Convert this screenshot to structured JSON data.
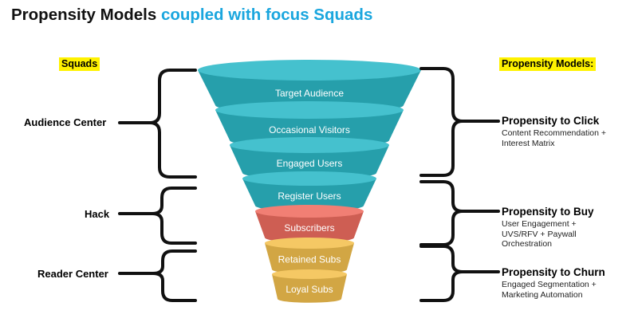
{
  "title": {
    "main": "Propensity Models",
    "accent": "coupled with focus Squads"
  },
  "headers": {
    "squads": "Squads",
    "models": "Propensity Models:"
  },
  "squads": [
    "Audience Center",
    "Hack",
    "Reader Center"
  ],
  "funnel": [
    {
      "label": "Target Audience",
      "color": "#2cb9c7"
    },
    {
      "label": "Occasional Visitors",
      "color": "#2cb9c7"
    },
    {
      "label": "Engaged Users",
      "color": "#2cb9c7"
    },
    {
      "label": "Register Users",
      "color": "#2cb9c7"
    },
    {
      "label": "Subscribers",
      "color": "#ef6d61"
    },
    {
      "label": "Retained Subs",
      "color": "#f4c14f"
    },
    {
      "label": "Loyal Subs",
      "color": "#f4c14f"
    }
  ],
  "models": [
    {
      "name": "Propensity to Click",
      "desc": [
        "Content Recommendation +",
        "Interest Matrix"
      ]
    },
    {
      "name": "Propensity to Buy",
      "desc": [
        "User Engagement +",
        "UVS/RFV + Paywall",
        "Orchestration"
      ]
    },
    {
      "name": "Propensity to Churn",
      "desc": [
        "Engaged Segmentation +",
        "Marketing Automation"
      ]
    }
  ]
}
